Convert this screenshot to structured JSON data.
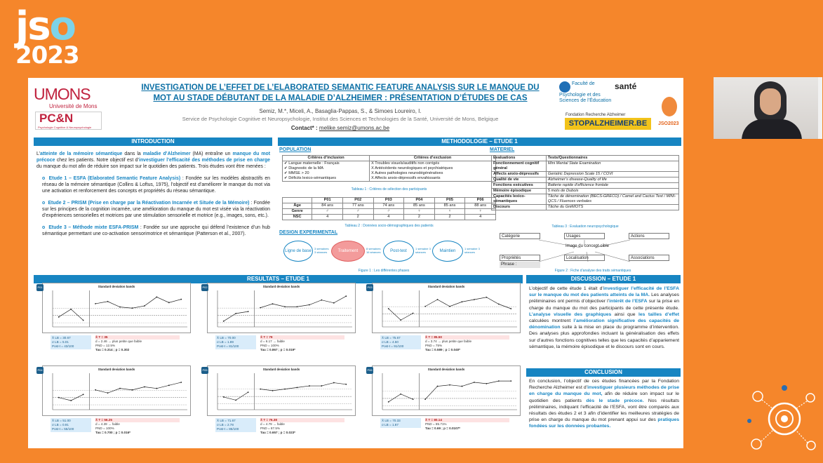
{
  "logo": {
    "l1": "jso",
    "l2": "2023"
  },
  "poster": {
    "umons": "UMONS",
    "umons_sub": "Université de Mons",
    "pcn": "PC&N",
    "pcn_sub": "Psychologie Cognitive & Neuropsychologie",
    "title": "INVESTIGATION DE L’EFFET DE L’ELABORATED SEMANTIC FEATURE ANALYSIS SUR LE MANQUE DU MOT AU STADE DÉBUTANT DE LA MALADIE D’ALZHEIMER : PRÉSENTATION D’ÉTUDES DE CAS",
    "authors": "Semiz, M.*, Miceli, A., Basaglia-Pappas, S., & Simoes Loureiro, I.",
    "affil": "Service de Psychologie Cognitive et Neuropsychologie, Institut des Sciences et Technologies de la Santé, Université de Mons, Belgique",
    "contact_label": "Contact* :",
    "contact_email": "melike.semiz@umons.ac.be",
    "fac": "Faculté de Psychologie et des Sciences de l’Éducation",
    "sante": "santé",
    "frab": "Fondation Recherche Alzheimer",
    "stop": "STOPALZHEIMER.BE",
    "jso": "JSO2023",
    "intro": {
      "title": "INTRODUCTION",
      "p1a": "L’",
      "p1b": "atteinte de la mémoire sémantique",
      "p1c": " dans la ",
      "p1d": "maladie d’Alzheimer",
      "p1e": " (MA) entraîne un ",
      "p1f": "manque du mot précoce",
      "p1g": " chez les patients. Notre objectif est d’",
      "p1h": "investiguer l’efficacité des méthodes de prise en charge",
      "p1i": " du manque du mot afin de réduire son impact sur le quotidien des patients. Trois études vont être menées :",
      "e1t": "Etude 1 – ESFA (Elaborated Semantic Feature Analysis)",
      "e1": " : Fondée sur les modèles abstractifs en réseau de la mémoire sémantique (Collins & Loftus, 1975), l’objectif est d’améliorer le manque du mot via une activation et renforcement des concepts et propriétés du réseau sémantique.",
      "e2t": "Etude 2 – PRISM (Prise en charge par la Réactivation Incarnée et Située de la Mémoire)",
      "e2": " : Fondée sur les principes de la cognition incarnée, une amélioration du manque du mot est visée via la réactivation d’expériences sensorielles et motrices par une stimulation sensorielle et motrice (e.g., images, sons, etc.).",
      "e3t": "Etude 3 – Méthode mixte ESFA-PRISM",
      "e3": " : Fondée sur une approche qui défend l’existence d’un hub sémantique permettant une co-activation sensorimotrice et sémantique (Patterson et al., 2007)."
    },
    "metho": {
      "title": "METHODOLOGIE – ETUDE 1",
      "pop": "POPULATION",
      "mat": "MATERIEL",
      "design": "DESIGN EXPERIMENTAL",
      "incl_h": "Critères d’inclusion",
      "excl_h": "Critères d’exclusion",
      "incl": [
        "✔ Langue maternelle : Français",
        "✔ Diagnostic de la MA",
        "✔ MMSE > 20",
        "✔ Déficits lexico-sémantiques"
      ],
      "excl": [
        "X Troubles visuels/auditifs non corrigés",
        "X Antécédents neurologiques et psychiatriques",
        "X Autres pathologies neurodégénératives",
        "X Affects anxio-dépressifs envahissants"
      ],
      "t1cap": "Tableau 1 : Critères de sélection des participants",
      "demo_h": [
        "",
        "P01",
        "P02",
        "P03",
        "P04",
        "P05",
        "P06"
      ],
      "demo": [
        [
          "Âge",
          "84 ans",
          "77 ans",
          "74 ans",
          "85 ans",
          "85 ans",
          "88 ans"
        ],
        [
          "Genre",
          "♂",
          "♂",
          "♂",
          "♀",
          "♀",
          "♀"
        ],
        [
          "NSC",
          "4",
          "2",
          "4",
          "2",
          "2",
          "4"
        ]
      ],
      "t2cap": "Tableau 2 : Données socio-démographiques des patients",
      "mat_h": [
        "Evaluations",
        "Tests/Questionnaires"
      ],
      "mat_rows": [
        [
          "Fonctionnement cognitif général",
          "Mini Mental State Examination"
        ],
        [
          "Affects anxio-dépressifs",
          "Geriatric Depression Scale 15 / COVI"
        ],
        [
          "Qualité de vie",
          "Alzheimer’s disease-Quality of life"
        ],
        [
          "Fonctions exécutives",
          "Batterie rapide d’efficience frontale"
        ],
        [
          "Mémoire épisodique",
          "5 mots de Dubois"
        ],
        [
          "Capacités lexico-sémantiques",
          "Tâche de dénomination (BECS-GRECO) / Camel and Cactus Test / MINI-QCS / Fluences verbales"
        ],
        [
          "Discours",
          "Tâche du GréMOTS"
        ]
      ],
      "t3cap": "Tableau 3 : Evaluation neuropsychologique",
      "flow": [
        "Ligne de base",
        "Traitement",
        "Post-test",
        "Maintien"
      ],
      "ftags": [
        "3 semaines 3 séances",
        "8 semaines 16 séances",
        "1 semaine 3 séances",
        "1 semaine 3 séances"
      ],
      "f1cap": "Figure 1 : Les différentes phases",
      "cbox": [
        "Catégorie",
        "Usages",
        "Actions",
        "Image du concept-cible",
        "Propriétés",
        "Localisation",
        "Associations",
        "Phrase :"
      ],
      "f2cap": "Figure 2 : Fiche d’analyse des traits sémantiques"
    },
    "results": {
      "title": "RESULTATS – ETUDE 1",
      "chart_title": "Standard deviation bands",
      "panels": [
        {
          "id": "P01",
          "s1": [
            "X̄ LB = 30.67",
            "σ LB = 5.01",
            "Post-t = 43/100"
          ],
          "s2": [
            "X̄ T = 35",
            "d = 2.46 → plus petite que faible",
            "PND = 12.5%",
            "Tau = 0.314 ; p = 0.302"
          ]
        },
        {
          "id": "P02",
          "s1": [
            "X̄ LB = 70.00",
            "σ LB = 1.89",
            "Post-t = 81/100"
          ],
          "s2": [
            "X̄ T = 79",
            "d = 6.17 → faible",
            "PND = 100%",
            "Tau = 0.867 ; p = 0.019*"
          ]
        },
        {
          "id": "P03",
          "s1": [
            "X̄ LB = 75.67",
            "σ LB = 4.50",
            "Post-t = 91/100"
          ],
          "s2": [
            "X̄ T = 85.50",
            "d = 3.74 → plus petite que faible",
            "PND = 75%",
            "Tau = 0.589 ; p = 0.040*"
          ]
        },
        {
          "id": "P04",
          "s1": [
            "X̄ LB = 51.00",
            "σ LB = 0.91",
            "Post-t = 55/100"
          ],
          "s2": [
            "X̄ T = 56.25",
            "d = 4.39 → faible",
            "PND = 100%",
            "Tau = 0.700 ; p = 0.016*"
          ]
        },
        {
          "id": "P05",
          "s1": [
            "X̄ LB = 71.67",
            "σ LB = 2.78",
            "Post-t = 85/100"
          ],
          "s2": [
            "X̄ T = 76.38",
            "d = 4.79 → faible",
            "PND = 87.5%",
            "Tau = 0.657 ; p = 0.023*"
          ]
        },
        {
          "id": "P06",
          "s1": [
            "X̄ LB = 70.33",
            "σ LB = 1.87"
          ],
          "s2": [
            "X̄ T = 80.14",
            "PND = 85.71%",
            "Tau = 0.69 ; p = 0.0107*"
          ]
        }
      ]
    },
    "discussion": {
      "title": "DISCUSSION – ETUDE 1",
      "a": "L’objectif de cette étude 1 était d’",
      "b": "investiguer l’efficacité de l’ESFA sur le manque du mot des patients atteints de la MA.",
      "c": " Les analyses préliminaires ont permis d’objectiver l’",
      "d": "intérêt de l’ESFA",
      "e": " sur la prise en charge du manque du mot des participants de cette présente étude. ",
      "f": "L’analyse visuelle des graphiques",
      "g": " ainsi que ",
      "h": "les tailles d’effet",
      "i": " calculées montrent ",
      "j": "l’amélioration significative des capacités de dénomination",
      "k": " suite à la mise en place du programme d’intervention. Des analyses plus approfondies incluant la généralisation des effets sur d’autres fonctions cognitives telles que les capacités d’appariement sémantique, la mémoire épisodique et le discours sont en cours."
    },
    "conclusion": {
      "title": "CONCLUSION",
      "a": "En conclusion, l’objectif de ces études financées par la Fondation Recherche Alzheimer est d’",
      "b": "investiguer plusieurs méthodes de prise en charge du manque du mot,",
      "c": " afin de réduire son impact sur le quotidien des patients ",
      "d": "dès le stade précoce.",
      "e": " Nos résultats préliminaires, indiquant l’efficacité de l’ESFA, vont être comparés aux résultats des études 2 et 3 afin d’identifier les meilleures stratégies de prise en charge du manque du mot prenant appui sur des ",
      "f": "pratiques fondées sur les données probantes."
    }
  },
  "chart_data": [
    {
      "type": "line",
      "title": "Standard deviation bands",
      "patient": "P01",
      "baseline": [
        26,
        33,
        23
      ],
      "treatment": [
        38,
        40,
        35,
        34,
        36,
        44,
        39,
        42
      ]
    },
    {
      "type": "line",
      "title": "Standard deviation bands",
      "patient": "P02",
      "baseline": [
        62,
        70,
        72
      ],
      "treatment": [
        76,
        80,
        77,
        77,
        79,
        84,
        81,
        88
      ]
    },
    {
      "type": "line",
      "title": "Standard deviation bands",
      "patient": "P03",
      "baseline": [
        80,
        70,
        76
      ],
      "treatment": [
        82,
        88,
        82,
        86,
        88,
        90,
        84,
        80
      ]
    },
    {
      "type": "line",
      "title": "Standard deviation bands",
      "patient": "P04",
      "baseline": [
        50,
        48,
        52
      ],
      "treatment": [
        55,
        53,
        56,
        55,
        57,
        56,
        58,
        60
      ]
    },
    {
      "type": "line",
      "title": "Standard deviation bands",
      "patient": "P05",
      "baseline": [
        70,
        68,
        73
      ],
      "treatment": [
        75,
        74,
        75,
        76,
        77,
        77,
        79,
        78
      ]
    },
    {
      "type": "line",
      "title": "Standard deviation bands",
      "patient": "P06",
      "baseline": [
        66,
        72,
        68
      ],
      "treatment": [
        68,
        78,
        79,
        78,
        81,
        80,
        82,
        82
      ]
    }
  ]
}
